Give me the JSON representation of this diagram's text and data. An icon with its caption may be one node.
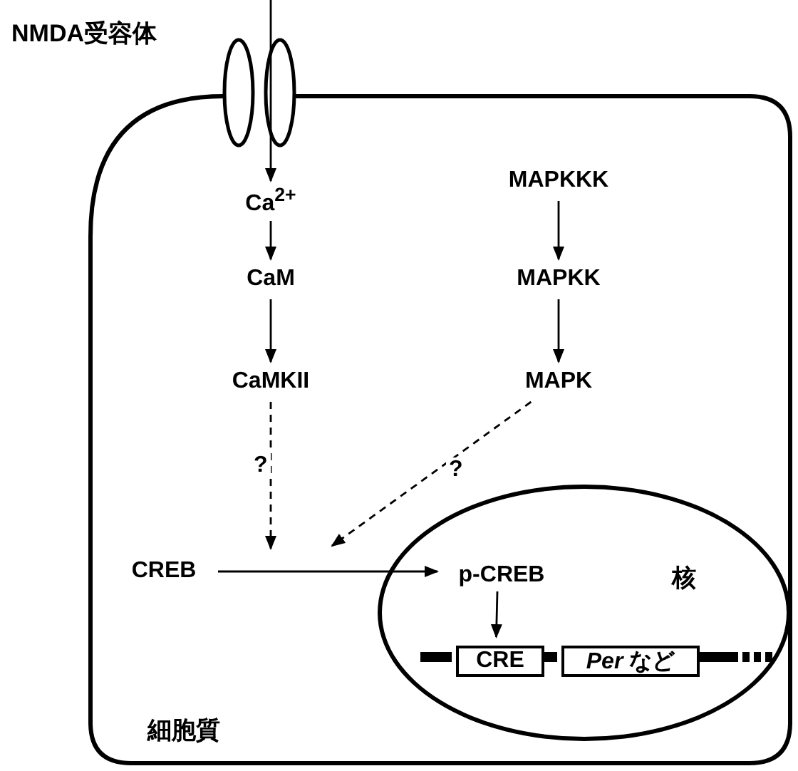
{
  "diagram": {
    "nodes": [
      {
        "text": [
          "細胞質"
        ]
      },
      {
        "text": [
          "核"
        ],
        "in": 0
      },
      {
        "text": [
          "Ca$^{2+}$"
        ],
        "in": 0
      },
      {
        "text": [
          "CaM"
        ],
        "in": 0
      },
      {
        "text": [
          "CaMKII"
        ],
        "in": 0
      },
      {
        "text": [
          "MAPKKK"
        ],
        "in": 0
      },
      {
        "text": [
          "MAPKK"
        ],
        "in": 0
      },
      {
        "text": [
          "MAPK"
        ],
        "in": 0
      },
      {
        "text": [
          "CREB"
        ],
        "in": 0
      },
      {
        "text": [
          "p-CREB"
        ],
        "in": 1
      },
      {
        "text": [
          "CRE"
        ],
        "in": 1
      },
      {
        "text": [
          "*Per* など"
        ],
        "in": 1
      }
    ],
    "edges": [
      {
        "from": null,
        "to": 2,
        "arrow": "to"
      },
      {
        "from": 2,
        "to": 3,
        "arrow": "to"
      },
      {
        "from": 3,
        "to": 4,
        "arrow": "to"
      },
      {
        "from": 5,
        "to": 6,
        "arrow": "to"
      },
      {
        "from": 6,
        "to": 7,
        "arrow": "to"
      },
      {
        "from": 4,
        "to": null,
        "arrow": "to",
        "style": "dashed",
        "label": "?"
      },
      {
        "from": 7,
        "to": null,
        "arrow": "to",
        "style": "dashed",
        "label": "?"
      },
      {
        "from": 8,
        "to": 9,
        "arrow": "to"
      },
      {
        "from": 9,
        "to": 10,
        "arrow": "to"
      }
    ],
    "labels": [
      "NMDA受容体"
    ]
  }
}
